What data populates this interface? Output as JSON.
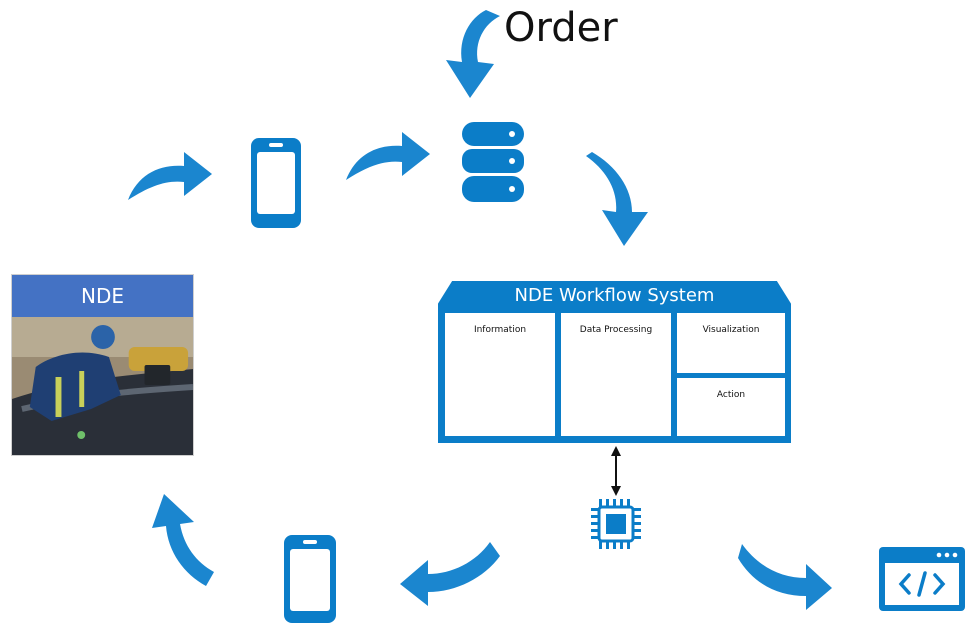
{
  "diagram": {
    "order_label": "Order",
    "nde_card": {
      "title": "NDE",
      "photo": "technician-inspecting-pipeline-photo"
    },
    "workflow_system": {
      "title": "NDE Workflow System",
      "panels": {
        "information": "Information",
        "data_processing": "Data Processing",
        "visualization": "Visualization",
        "action": "Action"
      }
    },
    "icons": [
      "mobile-phone-icon",
      "database-icon",
      "processor-chip-icon",
      "code-window-icon",
      "mobile-phone-icon",
      "curved-arrow-icon",
      "double-arrow-icon"
    ],
    "colors": {
      "accent": "#0b7dc8",
      "nde_header": "#4472c4",
      "arrow": "#1b86cf"
    }
  }
}
